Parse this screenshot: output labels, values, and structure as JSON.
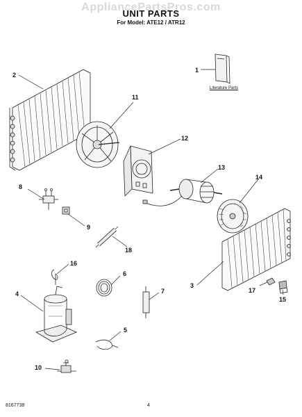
{
  "watermark": "AppliancePartsPros.com",
  "title": "UNIT PARTS",
  "subtitle": "For Model: ATE12 / ATR12",
  "literature_label": "Literature Parts",
  "callouts": {
    "c1": "1",
    "c2": "2",
    "c3": "3",
    "c4": "4",
    "c5": "5",
    "c6": "6",
    "c7": "7",
    "c8": "8",
    "c9": "9",
    "c10": "10",
    "c11": "11",
    "c12": "12",
    "c13": "13",
    "c14": "14",
    "c15": "15",
    "c16": "16",
    "c17": "17",
    "c18": "18"
  },
  "footer": {
    "doc_code": "8167738",
    "page": "4"
  }
}
